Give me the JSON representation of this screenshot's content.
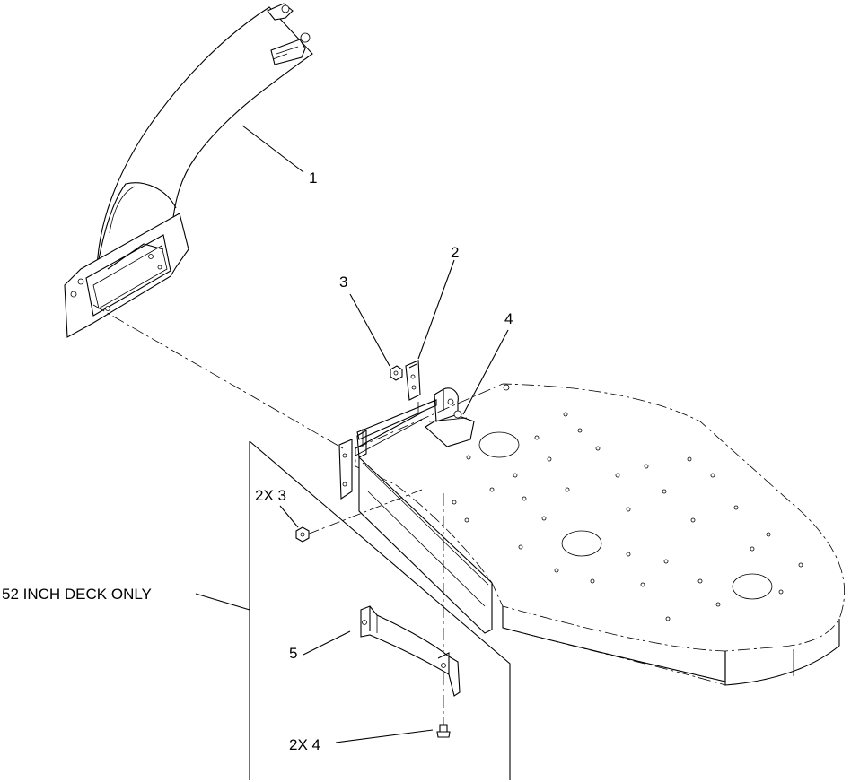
{
  "callouts": {
    "c1": "1",
    "c2": "2",
    "c3": "3",
    "c4": "4",
    "c2x3": "2X 3",
    "c52": "52 INCH DECK ONLY",
    "c5": "5",
    "c2x4": "2X 4"
  },
  "parts": [
    "discharge-chute",
    "chute-bracket",
    "nut",
    "pivot-hinge",
    "deflector-support",
    "bolt",
    "mower-deck"
  ]
}
